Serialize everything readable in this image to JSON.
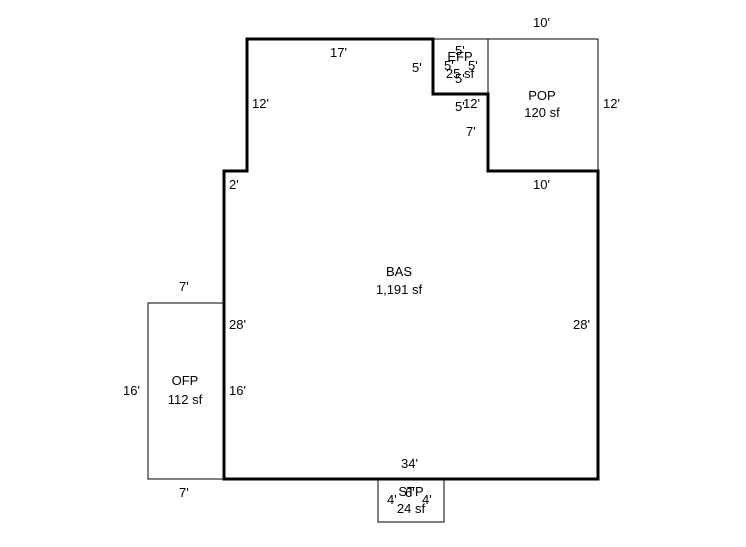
{
  "colors": {
    "background": "#ffffff",
    "lines": "#000000"
  },
  "areas": {
    "bas": {
      "code": "BAS",
      "size": "1,191 sf"
    },
    "pop": {
      "code": "POP",
      "size": "120 sf"
    },
    "ofp": {
      "code": "OFP",
      "size": "112 sf"
    },
    "efp": {
      "code": "EFP",
      "size": "25 sf"
    },
    "stp": {
      "code": "STP",
      "size": "24 sf"
    }
  },
  "dimensions": {
    "bas_top": "17'",
    "bas_upper_left": "12'",
    "bas_step": "2'",
    "bas_left": "28'",
    "bas_right": "28'",
    "bas_bottom": "34'",
    "bas_notch_right": "10'",
    "bas_notch_mid": "12'",
    "bas_notch_left": "7'",
    "pop_top": "10'",
    "pop_right": "12'",
    "ofp_top": "7'",
    "ofp_left": "16'",
    "ofp_right": "16'",
    "ofp_bottom": "7'",
    "efp_top": "5'",
    "efp_left": "5'",
    "efp_inner_left": "5'",
    "efp_right": "5'",
    "efp_bottom": "5'",
    "efp_bottom_left": "5'",
    "stp_left": "4'",
    "stp_top": "6'",
    "stp_right": "4'"
  }
}
